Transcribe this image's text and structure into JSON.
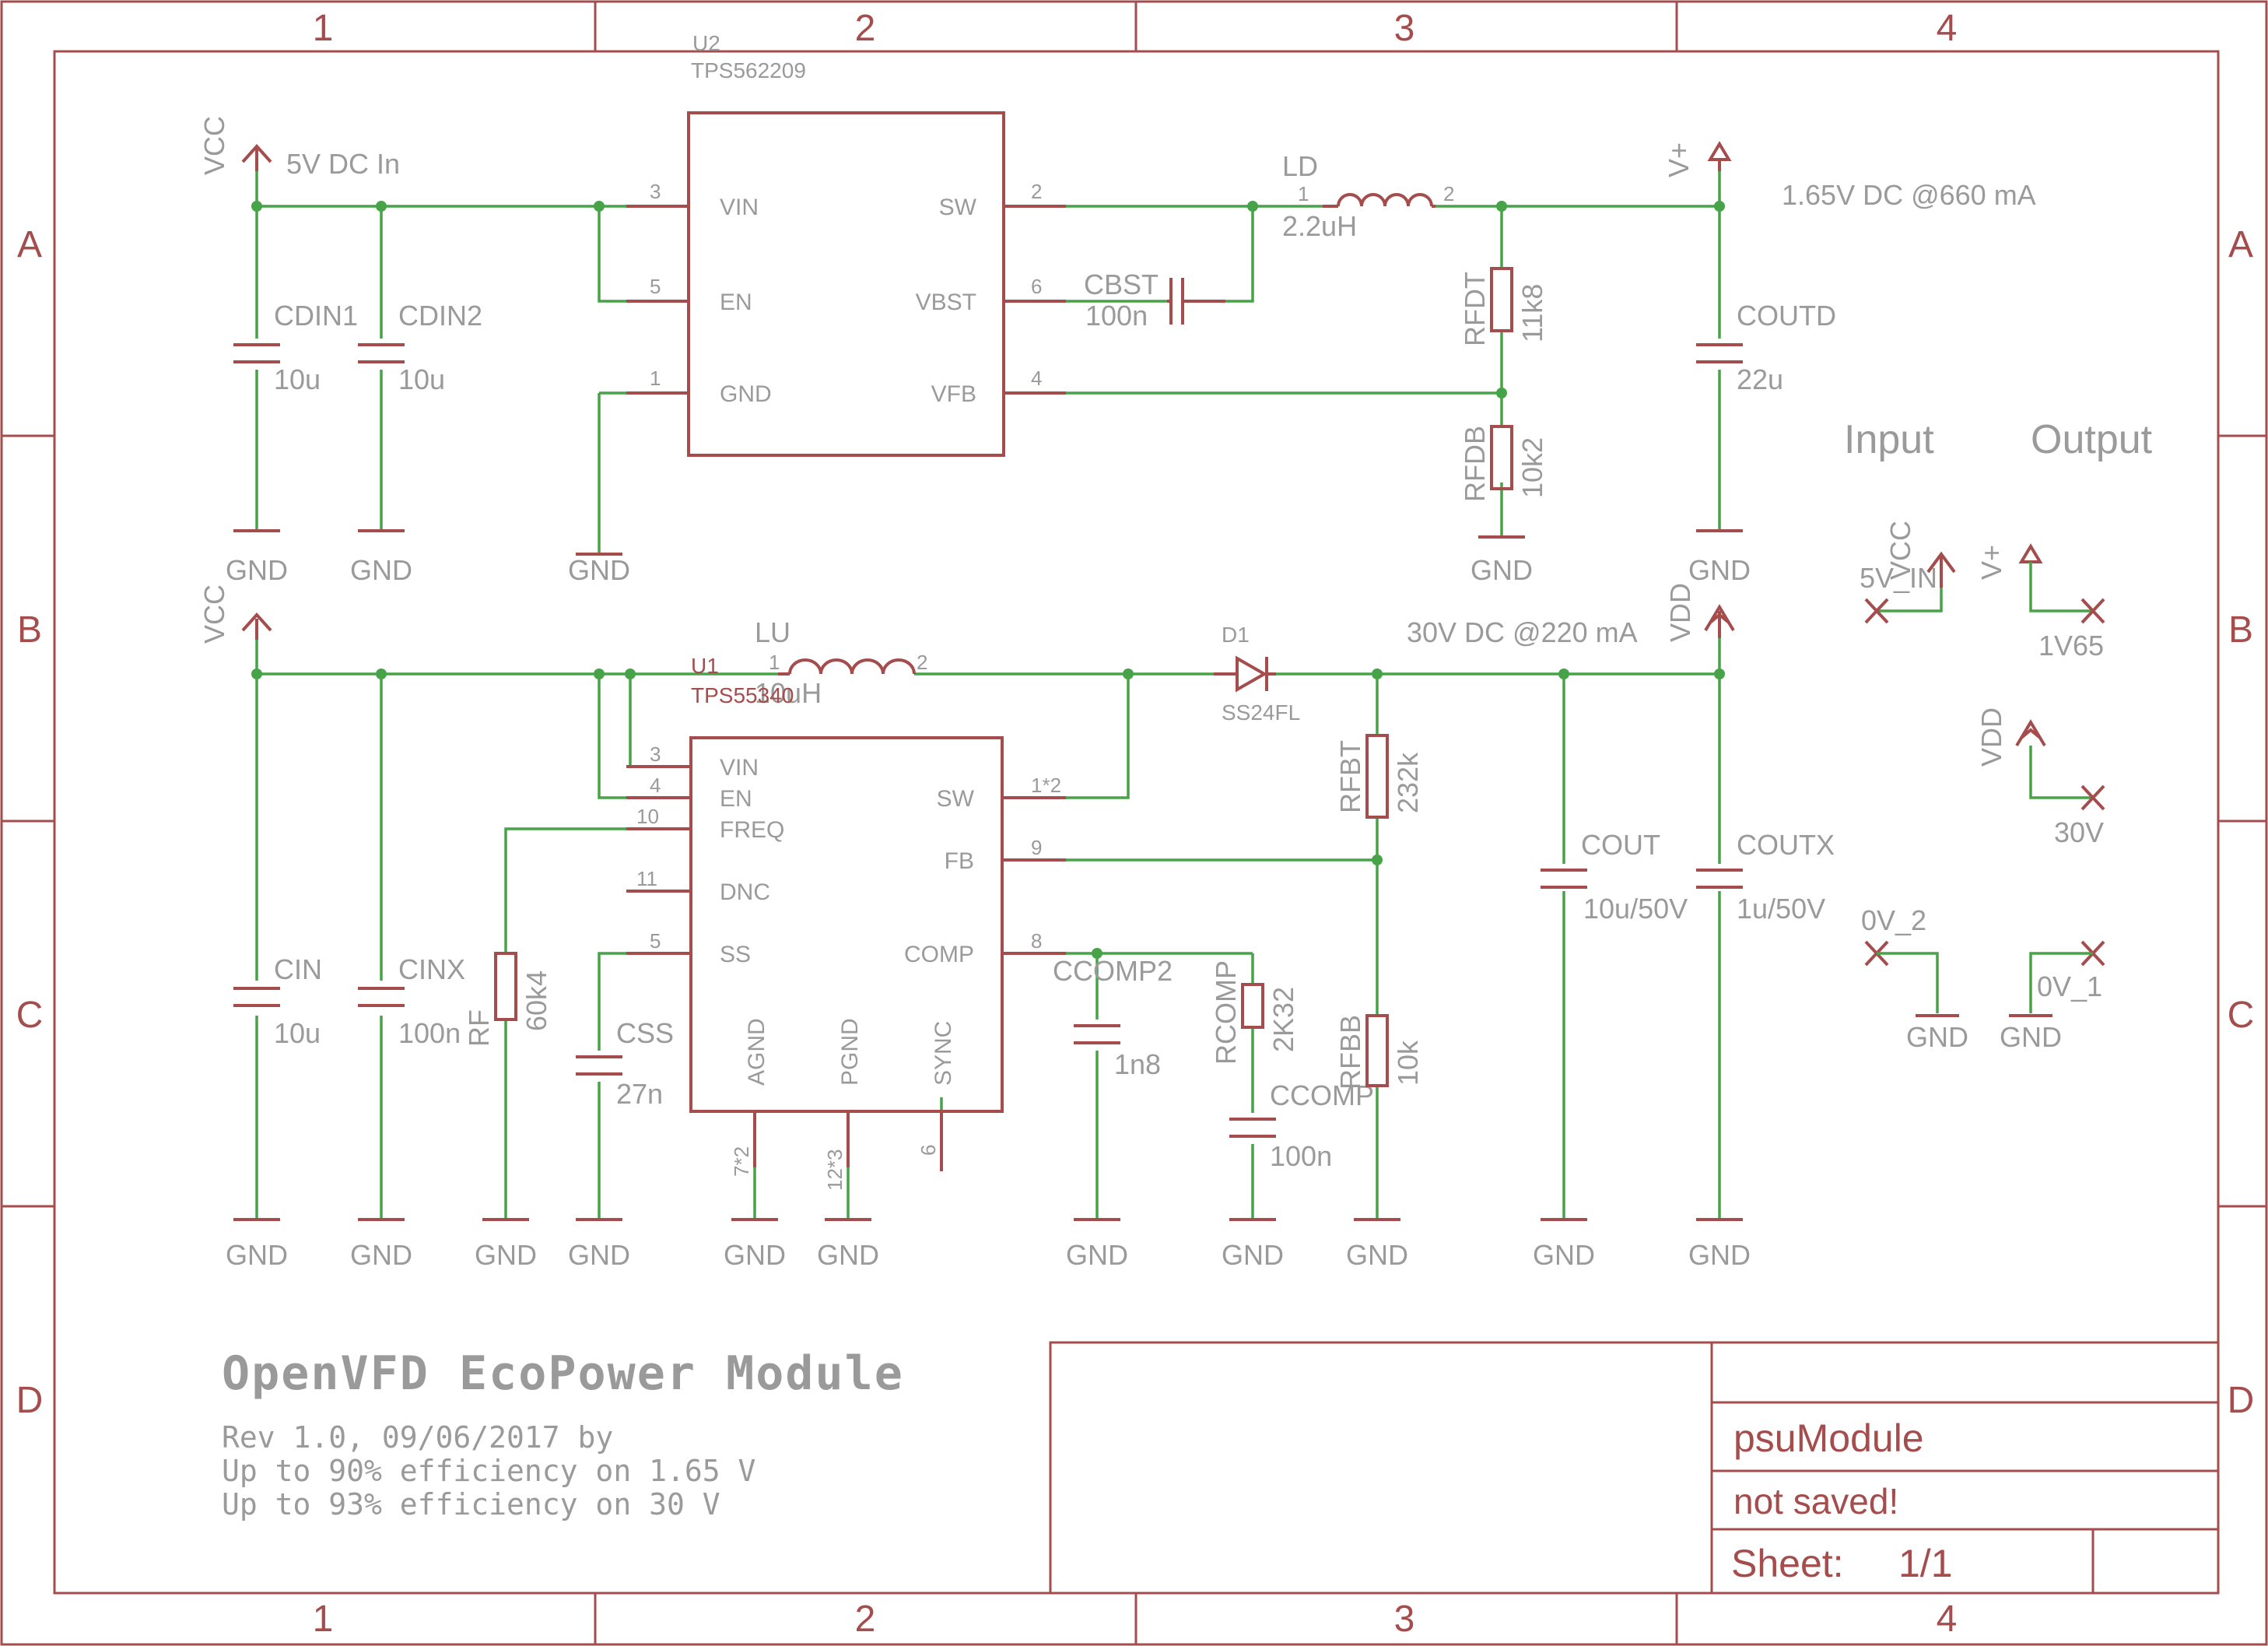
{
  "frame": {
    "columns": [
      "1",
      "2",
      "3",
      "4"
    ],
    "rows": [
      "A",
      "B",
      "C",
      "D"
    ]
  },
  "title_block": {
    "title": "OpenVFD EcoPower Module",
    "rev": "Rev 1.0, 09/06/2017 by",
    "eff1": "Up to 90% efficiency on 1.65 V",
    "eff2": "Up to 93% efficiency on 30 V",
    "sheet_name": "psuModule",
    "status": "not saved!",
    "sheet_label": "Sheet:",
    "sheet_num": "1/1"
  },
  "top_circuit": {
    "ic_ref": "U2",
    "ic_part": "TPS562209",
    "supply": "VCC",
    "supply_note": "5V DC In",
    "out_supply": "V+",
    "out_note": "1.65V DC @660 mA",
    "pins": {
      "vin_num": "3",
      "vin": "VIN",
      "en_num": "5",
      "en": "EN",
      "gnd_num": "1",
      "gnd": "GND",
      "sw_num": "2",
      "sw": "SW",
      "vbst_num": "6",
      "vbst": "VBST",
      "vfb_num": "4",
      "vfb": "VFB"
    },
    "cdin1": "CDIN1",
    "cdin1_v": "10u",
    "cdin2": "CDIN2",
    "cdin2_v": "10u",
    "cbst": "CBST",
    "cbst_v": "100n",
    "ld": "LD",
    "ld_v": "2.2uH",
    "ld_p1": "1",
    "ld_p2": "2",
    "rfdt": "RFDT",
    "rfdt_v": "11k8",
    "rfdb": "RFDB",
    "rfdb_v": "10k2",
    "coutd": "COUTD",
    "coutd_v": "22u"
  },
  "bottom_circuit": {
    "ic_ref": "U1",
    "ic_part": "TPS55340",
    "supply": "VCC",
    "out_supply": "VDD",
    "out_note": "30V DC @220 mA",
    "pins": {
      "vin_num": "3",
      "vin": "VIN",
      "en_num": "4",
      "en": "EN",
      "freq_num": "10",
      "freq": "FREQ",
      "dnc_num": "11",
      "dnc": "DNC",
      "ss_num": "5",
      "ss": "SS",
      "sw_num": "1*2",
      "sw": "SW",
      "fb_num": "9",
      "fb": "FB",
      "comp_num": "8",
      "comp": "COMP",
      "agnd": "AGND",
      "agnd_num": "7*2",
      "pgnd": "PGND",
      "pgnd_num": "12*3",
      "sync": "SYNC",
      "sync_num": "6"
    },
    "lu": "LU",
    "lu_v": "10uH",
    "lu_p1": "1",
    "lu_p2": "2",
    "d1": "D1",
    "d1_v": "SS24FL",
    "cin": "CIN",
    "cin_v": "10u",
    "cinx": "CINX",
    "cinx_v": "100n",
    "rf": "RF",
    "rf_v": "60k4",
    "css": "CSS",
    "css_v": "27n",
    "ccomp2": "CCOMP2",
    "ccomp2_v": "1n8",
    "rcomp": "RCOMP",
    "rcomp_v": "2K32",
    "ccomp": "CCOMP",
    "ccomp_v": "100n",
    "rfbt": "RFBT",
    "rfbt_v": "232k",
    "rfbb": "RFBB",
    "rfbb_v": "10k",
    "cout": "COUT",
    "cout_v": "10u/50V",
    "coutx": "COUTX",
    "coutx_v": "1u/50V"
  },
  "connectors": {
    "input_heading": "Input",
    "output_heading": "Output",
    "vcc": "VCC",
    "vcc_name": "5V_IN",
    "vplus": "V+",
    "vplus_name": "1V65",
    "vdd": "VDD",
    "vdd_name": "30V",
    "gnd_a": "0V_2",
    "gnd_b": "0V_1"
  },
  "gnd": "GND"
}
